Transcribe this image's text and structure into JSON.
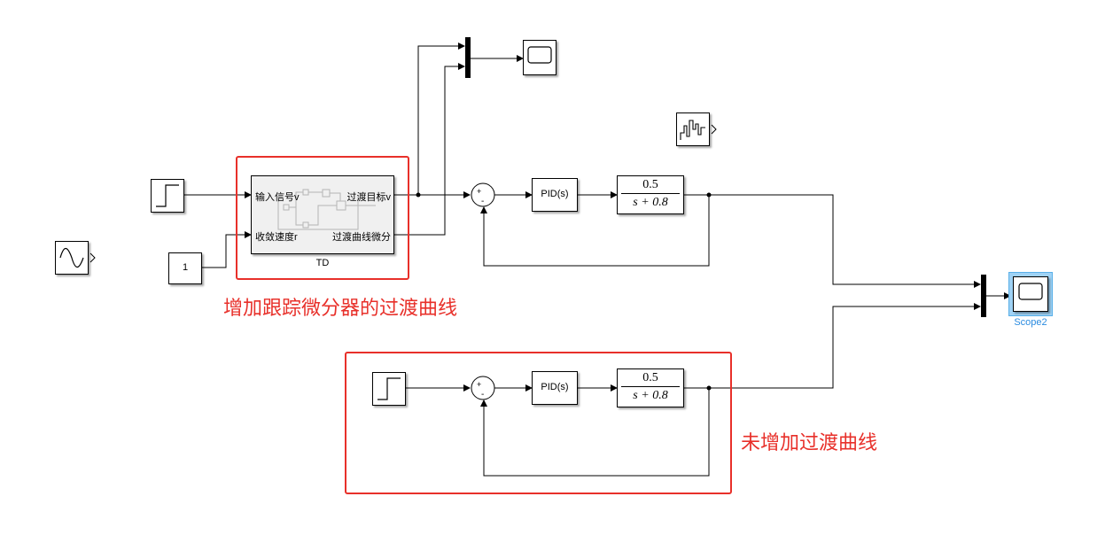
{
  "annotations": {
    "with_td": "增加跟踪微分器的过渡曲线",
    "without_td": "未增加过渡曲线"
  },
  "td_block": {
    "name": "TD",
    "in1": "输入信号v",
    "in2": "收敛速度r",
    "out1": "过渡目标v",
    "out2": "过渡曲线微分"
  },
  "constant_block": {
    "value": "1"
  },
  "sum_block": {
    "signs": "+-"
  },
  "pid_block": {
    "label": "PID(s)"
  },
  "transfer_fcn": {
    "numerator": "0.5",
    "denominator": "s + 0.8"
  },
  "scope2": {
    "name": "Scope2"
  },
  "icons": [
    "step-icon",
    "sine-wave-icon",
    "random-number-icon",
    "scope-icon",
    "mux-icon"
  ],
  "colors": {
    "annotation_red": "#e8302a",
    "selection_blue": "#5ab0e8",
    "scope_label_blue": "#2a8be0"
  }
}
